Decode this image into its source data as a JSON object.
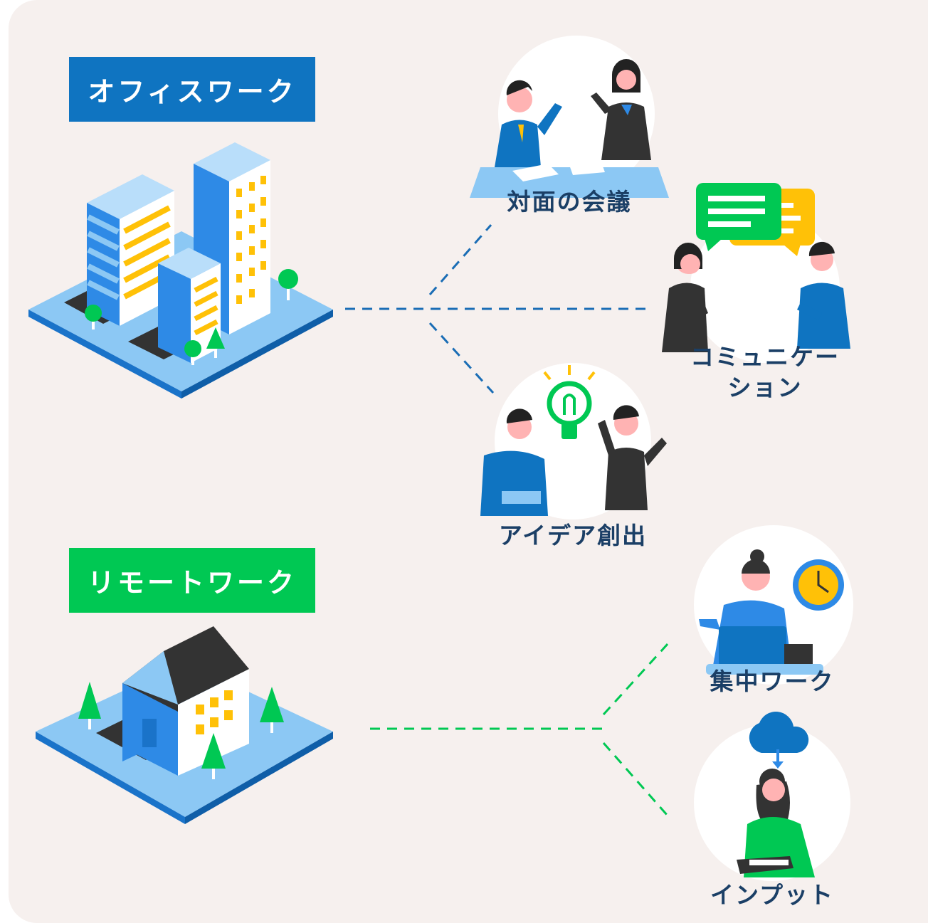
{
  "office": {
    "label": "オフィスワーク",
    "items": [
      {
        "label": "対面の会議"
      },
      {
        "label": "コミュニケーション"
      },
      {
        "label": "アイデア創出"
      }
    ]
  },
  "remote": {
    "label": "リモートワーク",
    "items": [
      {
        "label": "集中ワーク"
      },
      {
        "label": "インプット"
      }
    ]
  },
  "colors": {
    "office_blue": "#0f74c1",
    "remote_green": "#00c853",
    "building_light_blue": "#8cc8f4",
    "accent_yellow": "#ffc107",
    "panel_bg": "#f6f0ee",
    "caption_navy": "#1b3f66"
  }
}
